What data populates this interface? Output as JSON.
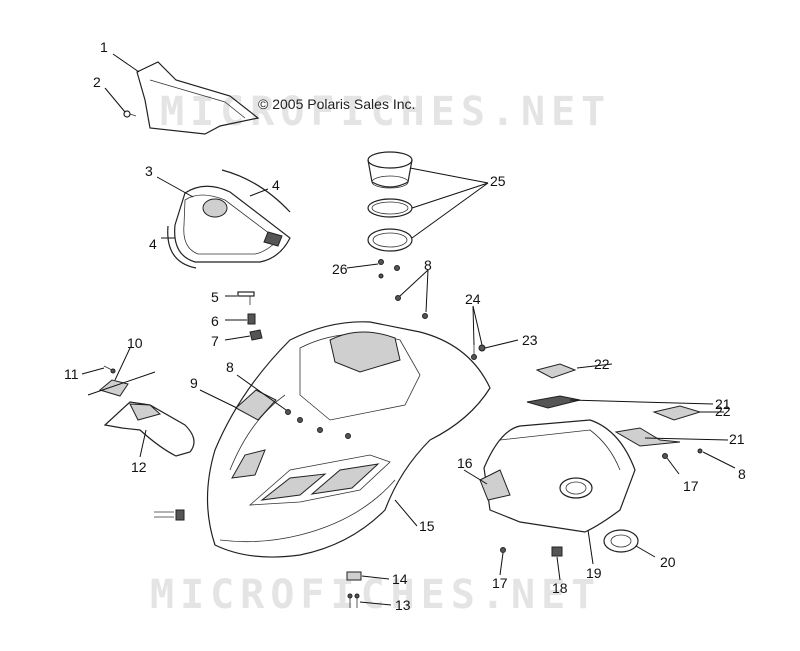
{
  "watermark": {
    "top_text": "MICROFICHES.NET",
    "bottom_text": "MICROFICHES.NET"
  },
  "copyright": "© 2005 Polaris Sales Inc.",
  "callouts": [
    {
      "id": "c1",
      "label": "1"
    },
    {
      "id": "c2",
      "label": "2"
    },
    {
      "id": "c3",
      "label": "3"
    },
    {
      "id": "c4a",
      "label": "4"
    },
    {
      "id": "c4b",
      "label": "4"
    },
    {
      "id": "c5",
      "label": "5"
    },
    {
      "id": "c6",
      "label": "6"
    },
    {
      "id": "c7",
      "label": "7"
    },
    {
      "id": "c8a",
      "label": "8"
    },
    {
      "id": "c8b",
      "label": "8"
    },
    {
      "id": "c8c",
      "label": "8"
    },
    {
      "id": "c9",
      "label": "9"
    },
    {
      "id": "c10",
      "label": "10"
    },
    {
      "id": "c11",
      "label": "11"
    },
    {
      "id": "c12",
      "label": "12"
    },
    {
      "id": "c13",
      "label": "13"
    },
    {
      "id": "c14",
      "label": "14"
    },
    {
      "id": "c15",
      "label": "15"
    },
    {
      "id": "c16",
      "label": "16"
    },
    {
      "id": "c17a",
      "label": "17"
    },
    {
      "id": "c17b",
      "label": "17"
    },
    {
      "id": "c18",
      "label": "18"
    },
    {
      "id": "c19",
      "label": "19"
    },
    {
      "id": "c20",
      "label": "20"
    },
    {
      "id": "c21a",
      "label": "21"
    },
    {
      "id": "c21b",
      "label": "21"
    },
    {
      "id": "c22a",
      "label": "22"
    },
    {
      "id": "c22b",
      "label": "22"
    },
    {
      "id": "c23",
      "label": "23"
    },
    {
      "id": "c24",
      "label": "24"
    },
    {
      "id": "c25",
      "label": "25"
    },
    {
      "id": "c26",
      "label": "26"
    }
  ]
}
